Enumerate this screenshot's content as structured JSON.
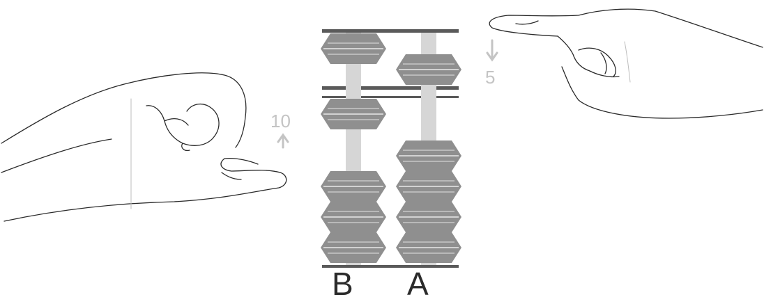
{
  "columns": [
    {
      "id": "B",
      "label": "B",
      "heaven_bead_down": false,
      "earth_beads_up": 1
    },
    {
      "id": "A",
      "label": "A",
      "heaven_bead_down": true,
      "earth_beads_up": 0
    }
  ],
  "moves": {
    "left_hand": {
      "label": "10",
      "direction": "up"
    },
    "right_hand": {
      "label": "5",
      "direction": "down"
    }
  },
  "colors": {
    "frame": "#5a5a5a",
    "bead": "#8f8f8f",
    "bead_stripe": "#d2d2d2",
    "rod": "#d6d6d6",
    "faint_text": "#c4c4c4"
  }
}
